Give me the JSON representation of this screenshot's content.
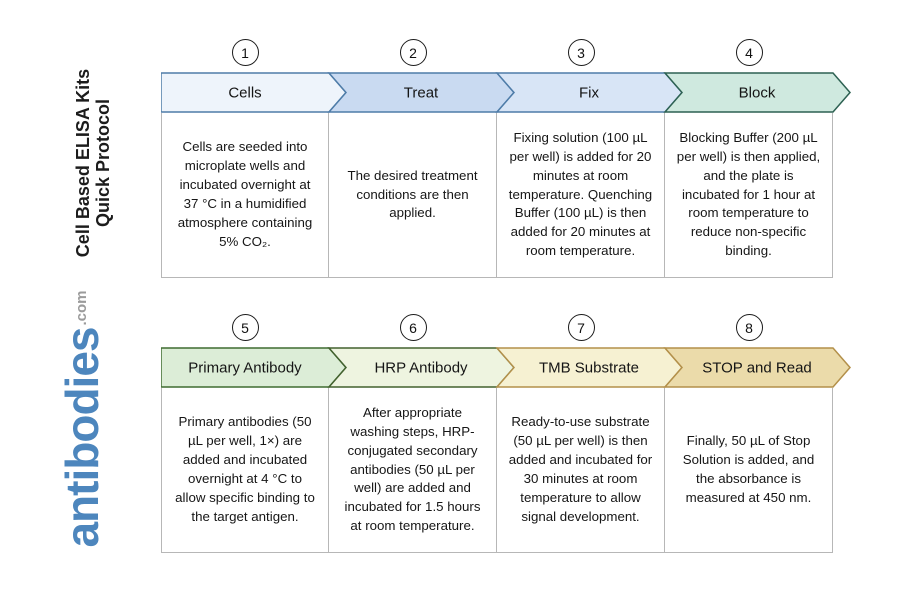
{
  "title": {
    "line1": "Cell Based ELISA Kits",
    "line2": "Quick Protocol"
  },
  "logo": {
    "text": "antibodies",
    "suffix": ".com",
    "color": "#4d86bd",
    "suffix_color": "#9b9b9b"
  },
  "rows": [
    {
      "steps": [
        {
          "number": "1",
          "label": "Cells",
          "fill": "#eef4fb",
          "border": "#4e7ca8",
          "description": "Cells are seeded into microplate wells and incubated overnight at 37 °C in a humidified atmosphere containing 5% CO₂."
        },
        {
          "number": "2",
          "label": "Treat",
          "fill": "#c9daf1",
          "border": "#4e7ca8",
          "description": "The desired treatment conditions are then applied."
        },
        {
          "number": "3",
          "label": "Fix",
          "fill": "#d8e5f6",
          "border": "#4e7ca8",
          "description": "Fixing solution (100 µL per well) is added for 20 minutes at room temperature. Quenching Buffer (100 µL) is then added for 20 minutes at room temperature."
        },
        {
          "number": "4",
          "label": "Block",
          "fill": "#cfe9df",
          "border": "#2d6152",
          "description": "Blocking Buffer (200 µL per well) is then applied, and the plate is incubated for 1 hour at room temperature to reduce non-specific binding."
        }
      ]
    },
    {
      "steps": [
        {
          "number": "5",
          "label": "Primary Antibody",
          "fill": "#dcedd7",
          "border": "#3e6c31",
          "description": "Primary antibodies (50 µL per well, 1×) are added and incubated overnight at 4 °C to allow specific binding to the target antigen."
        },
        {
          "number": "6",
          "label": "HRP Antibody",
          "fill": "#eef4e0",
          "border": "#42612e",
          "description": "After appropriate washing steps, HRP-conjugated secondary antibodies (50 µL per well) are added and incubated for 1.5 hours at room temperature."
        },
        {
          "number": "7",
          "label": "TMB Substrate",
          "fill": "#f6f1d2",
          "border": "#b3904a",
          "description": "Ready-to-use substrate (50 µL per well) is then added and incubated for 30 minutes at room temperature to allow signal development."
        },
        {
          "number": "8",
          "label": "STOP and Read",
          "fill": "#ebdbaa",
          "border": "#b3904a",
          "description": "Finally, 50 µL of Stop Solution is added, and the absorbance is measured at 450 nm."
        }
      ]
    }
  ]
}
